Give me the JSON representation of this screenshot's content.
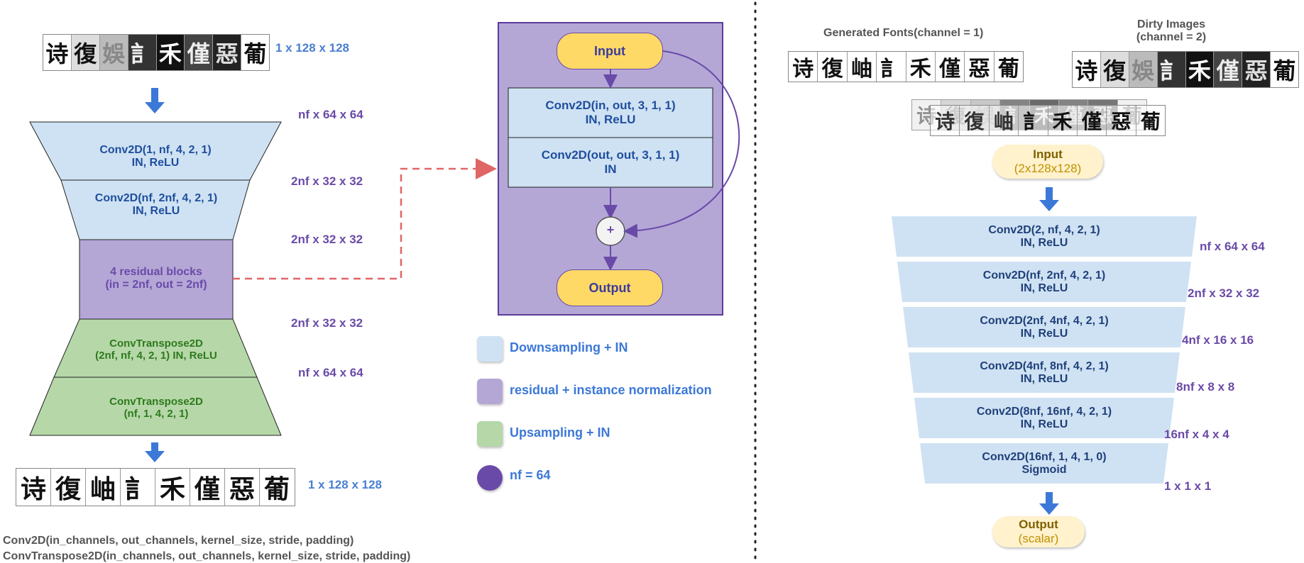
{
  "colors": {
    "downsampling": "#cfe2f3",
    "residual": "#b4a7d6",
    "upsampling": "#b6d7a8",
    "nf_dot": "#6a4aa8",
    "input_yellow": "#ffd966",
    "dim_blue": "#4a7fd0",
    "dim_purple": "#6a4aa8",
    "arrow_blue": "#3c78d8",
    "dashed_red": "#e06666"
  },
  "generator": {
    "input_glyphs": [
      "诗",
      "復",
      "娛",
      "訁",
      "禾",
      "僅",
      "惡",
      "葡"
    ],
    "input_dim": "1 x 128 x 128",
    "dims": [
      "nf x 64 x 64",
      "2nf x 32 x 32",
      "2nf x 32 x 32",
      "2nf x 32 x 32",
      "nf x 64 x 64"
    ],
    "enc1_line1": "Conv2D(1, nf, 4, 2, 1)",
    "enc1_line2": "IN, ReLU",
    "enc2_line1": "Conv2D(nf, 2nf, 4, 2, 1)",
    "enc2_line2": "IN, ReLU",
    "res_line1": "4 residual blocks",
    "res_line2": "(in = 2nf, out = 2nf)",
    "dec1_line1": "ConvTranspose2D",
    "dec1_line2": "(2nf, nf, 4, 2, 1)  IN, ReLU",
    "dec2_line1": "ConvTranspose2D",
    "dec2_line2": "(nf, 1, 4, 2, 1)",
    "output_glyphs": [
      "诗",
      "復",
      "岫",
      "訁",
      "禾",
      "僅",
      "惡",
      "葡"
    ],
    "output_dim": "1 x 128 x 128",
    "footnote1": "Conv2D(in_channels, out_channels, kernel_size, stride, padding)",
    "footnote2": "ConvTranspose2D(in_channels, out_channels, kernel_size, stride, padding)"
  },
  "residual_block": {
    "input_label": "Input",
    "conv1_line1": "Conv2D(in, out, 3, 1, 1)",
    "conv1_line2": "IN, ReLU",
    "conv2_line1": "Conv2D(out, out, 3, 1, 1)",
    "conv2_line2": "IN",
    "add_symbol": "+",
    "output_label": "Output"
  },
  "legend": {
    "items": [
      {
        "label": "Downsampling + IN"
      },
      {
        "label": "residual + instance normalization"
      },
      {
        "label": "Upsampling + IN"
      },
      {
        "label": "nf = 64"
      }
    ]
  },
  "discriminator": {
    "gen_title": "Generated Fonts(channel = 1)",
    "dirty_title_line1": "Dirty Images",
    "dirty_title_line2": "(channel = 2)",
    "gen_glyphs": [
      "诗",
      "復",
      "岫",
      "訁",
      "禾",
      "僅",
      "惡",
      "葡"
    ],
    "dirty_glyphs": [
      "诗",
      "復",
      "娛",
      "訁",
      "禾",
      "僅",
      "惡",
      "葡"
    ],
    "input_label": "Input",
    "input_sub": "(2x128x128)",
    "layers": [
      {
        "line1": "Conv2D(2, nf, 4, 2, 1)",
        "line2": "IN, ReLU",
        "dim": "nf x 64 x 64"
      },
      {
        "line1": "Conv2D(nf, 2nf, 4, 2, 1)",
        "line2": "IN, ReLU",
        "dim": "2nf x 32 x 32"
      },
      {
        "line1": "Conv2D(2nf, 4nf, 4, 2, 1)",
        "line2": "IN, ReLU",
        "dim": "4nf x 16 x 16"
      },
      {
        "line1": "Conv2D(4nf, 8nf, 4, 2, 1)",
        "line2": "IN, ReLU",
        "dim": "8nf x 8 x 8"
      },
      {
        "line1": "Conv2D(8nf, 16nf, 4, 2, 1)",
        "line2": "IN, ReLU",
        "dim": "16nf x 4 x 4"
      },
      {
        "line1": "Conv2D(16nf, 1, 4, 1, 0)",
        "line2": "Sigmoid",
        "dim": "1 x 1 x 1"
      }
    ],
    "output_label": "Output",
    "output_sub": "(scalar)"
  }
}
